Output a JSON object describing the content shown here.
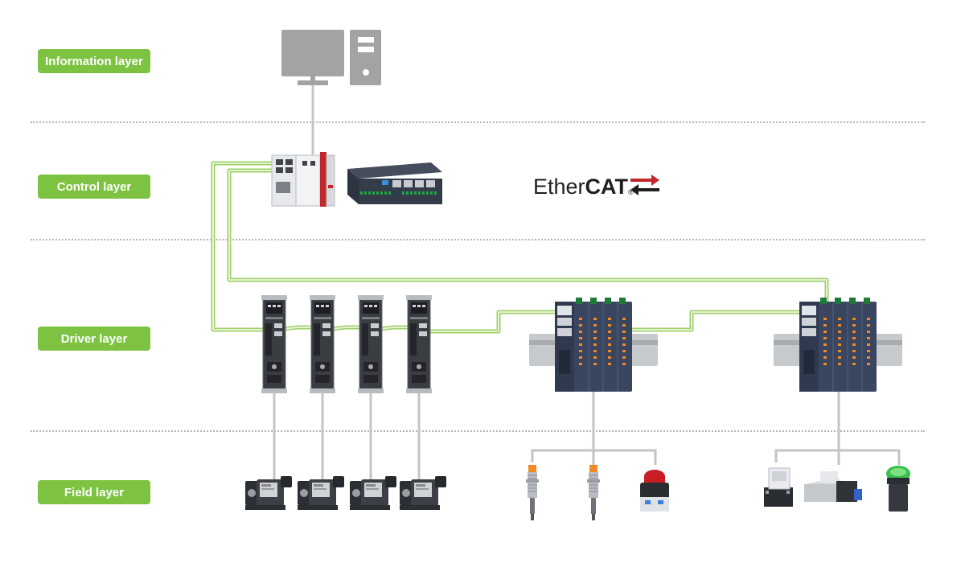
{
  "layers": [
    {
      "label": "Information layer"
    },
    {
      "label": "Control layer"
    },
    {
      "label": "Driver layer"
    },
    {
      "label": "Field layer"
    }
  ],
  "ethercat": {
    "ether": "Ether",
    "cat": "CAT",
    "reg": "®"
  },
  "colors": {
    "accent": "#7dc241",
    "cable_green": "#b9e28a",
    "device_dark": "#2d3340",
    "drive_gray": "#3a3d42",
    "accent_red": "#c0282e"
  },
  "icons": [
    "monitor-icon",
    "pc-tower-icon",
    "plc-controller-icon",
    "gateway-box-icon",
    "servo-drive-icon",
    "io-module-icon",
    "servo-motor-icon",
    "proximity-sensor-icon",
    "push-button-icon",
    "relay-icon",
    "solenoid-valve-icon",
    "indicator-light-icon"
  ]
}
